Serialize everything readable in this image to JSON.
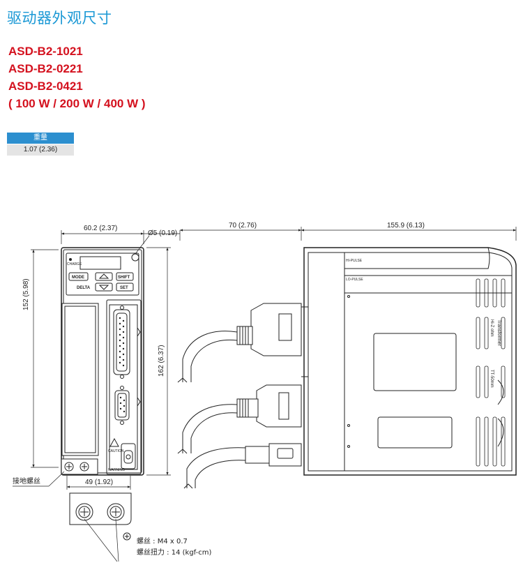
{
  "title": "驱动器外观尺寸",
  "models": [
    "ASD-B2-1021",
    "ASD-B2-0221",
    "ASD-B2-0421",
    "( 100 W / 200 W / 400 W )"
  ],
  "weight_table": {
    "header": "重量",
    "value": "1.07 (2.36)"
  },
  "dimensions": {
    "front_width": "60.2 (2.37)",
    "hole": "Ø5 (0.19)",
    "cable_depth": "70 (2.76)",
    "body_depth": "155.9 (6.13)",
    "mount_height": "152 (5.98)",
    "total_height": "162 (6.37)",
    "bottom_width": "49 (1.92)"
  },
  "front_panel": {
    "buttons": [
      "MODE",
      "SHIFT",
      "SET"
    ],
    "brand": "DELTA",
    "small_labels": [
      "CHARGE",
      "CAUTION",
      "WARNING"
    ]
  },
  "side_labels": [
    "HI-PULSE",
    "LO-PULSE",
    "Transformer",
    "Hi-Z ohm",
    "TT-50mm"
  ],
  "ground_screw_label": "接地螺丝",
  "screw_spec": {
    "size": "螺丝 : M4 x 0.7",
    "torque": "螺丝扭力 : 14 (kgf-cm)"
  }
}
